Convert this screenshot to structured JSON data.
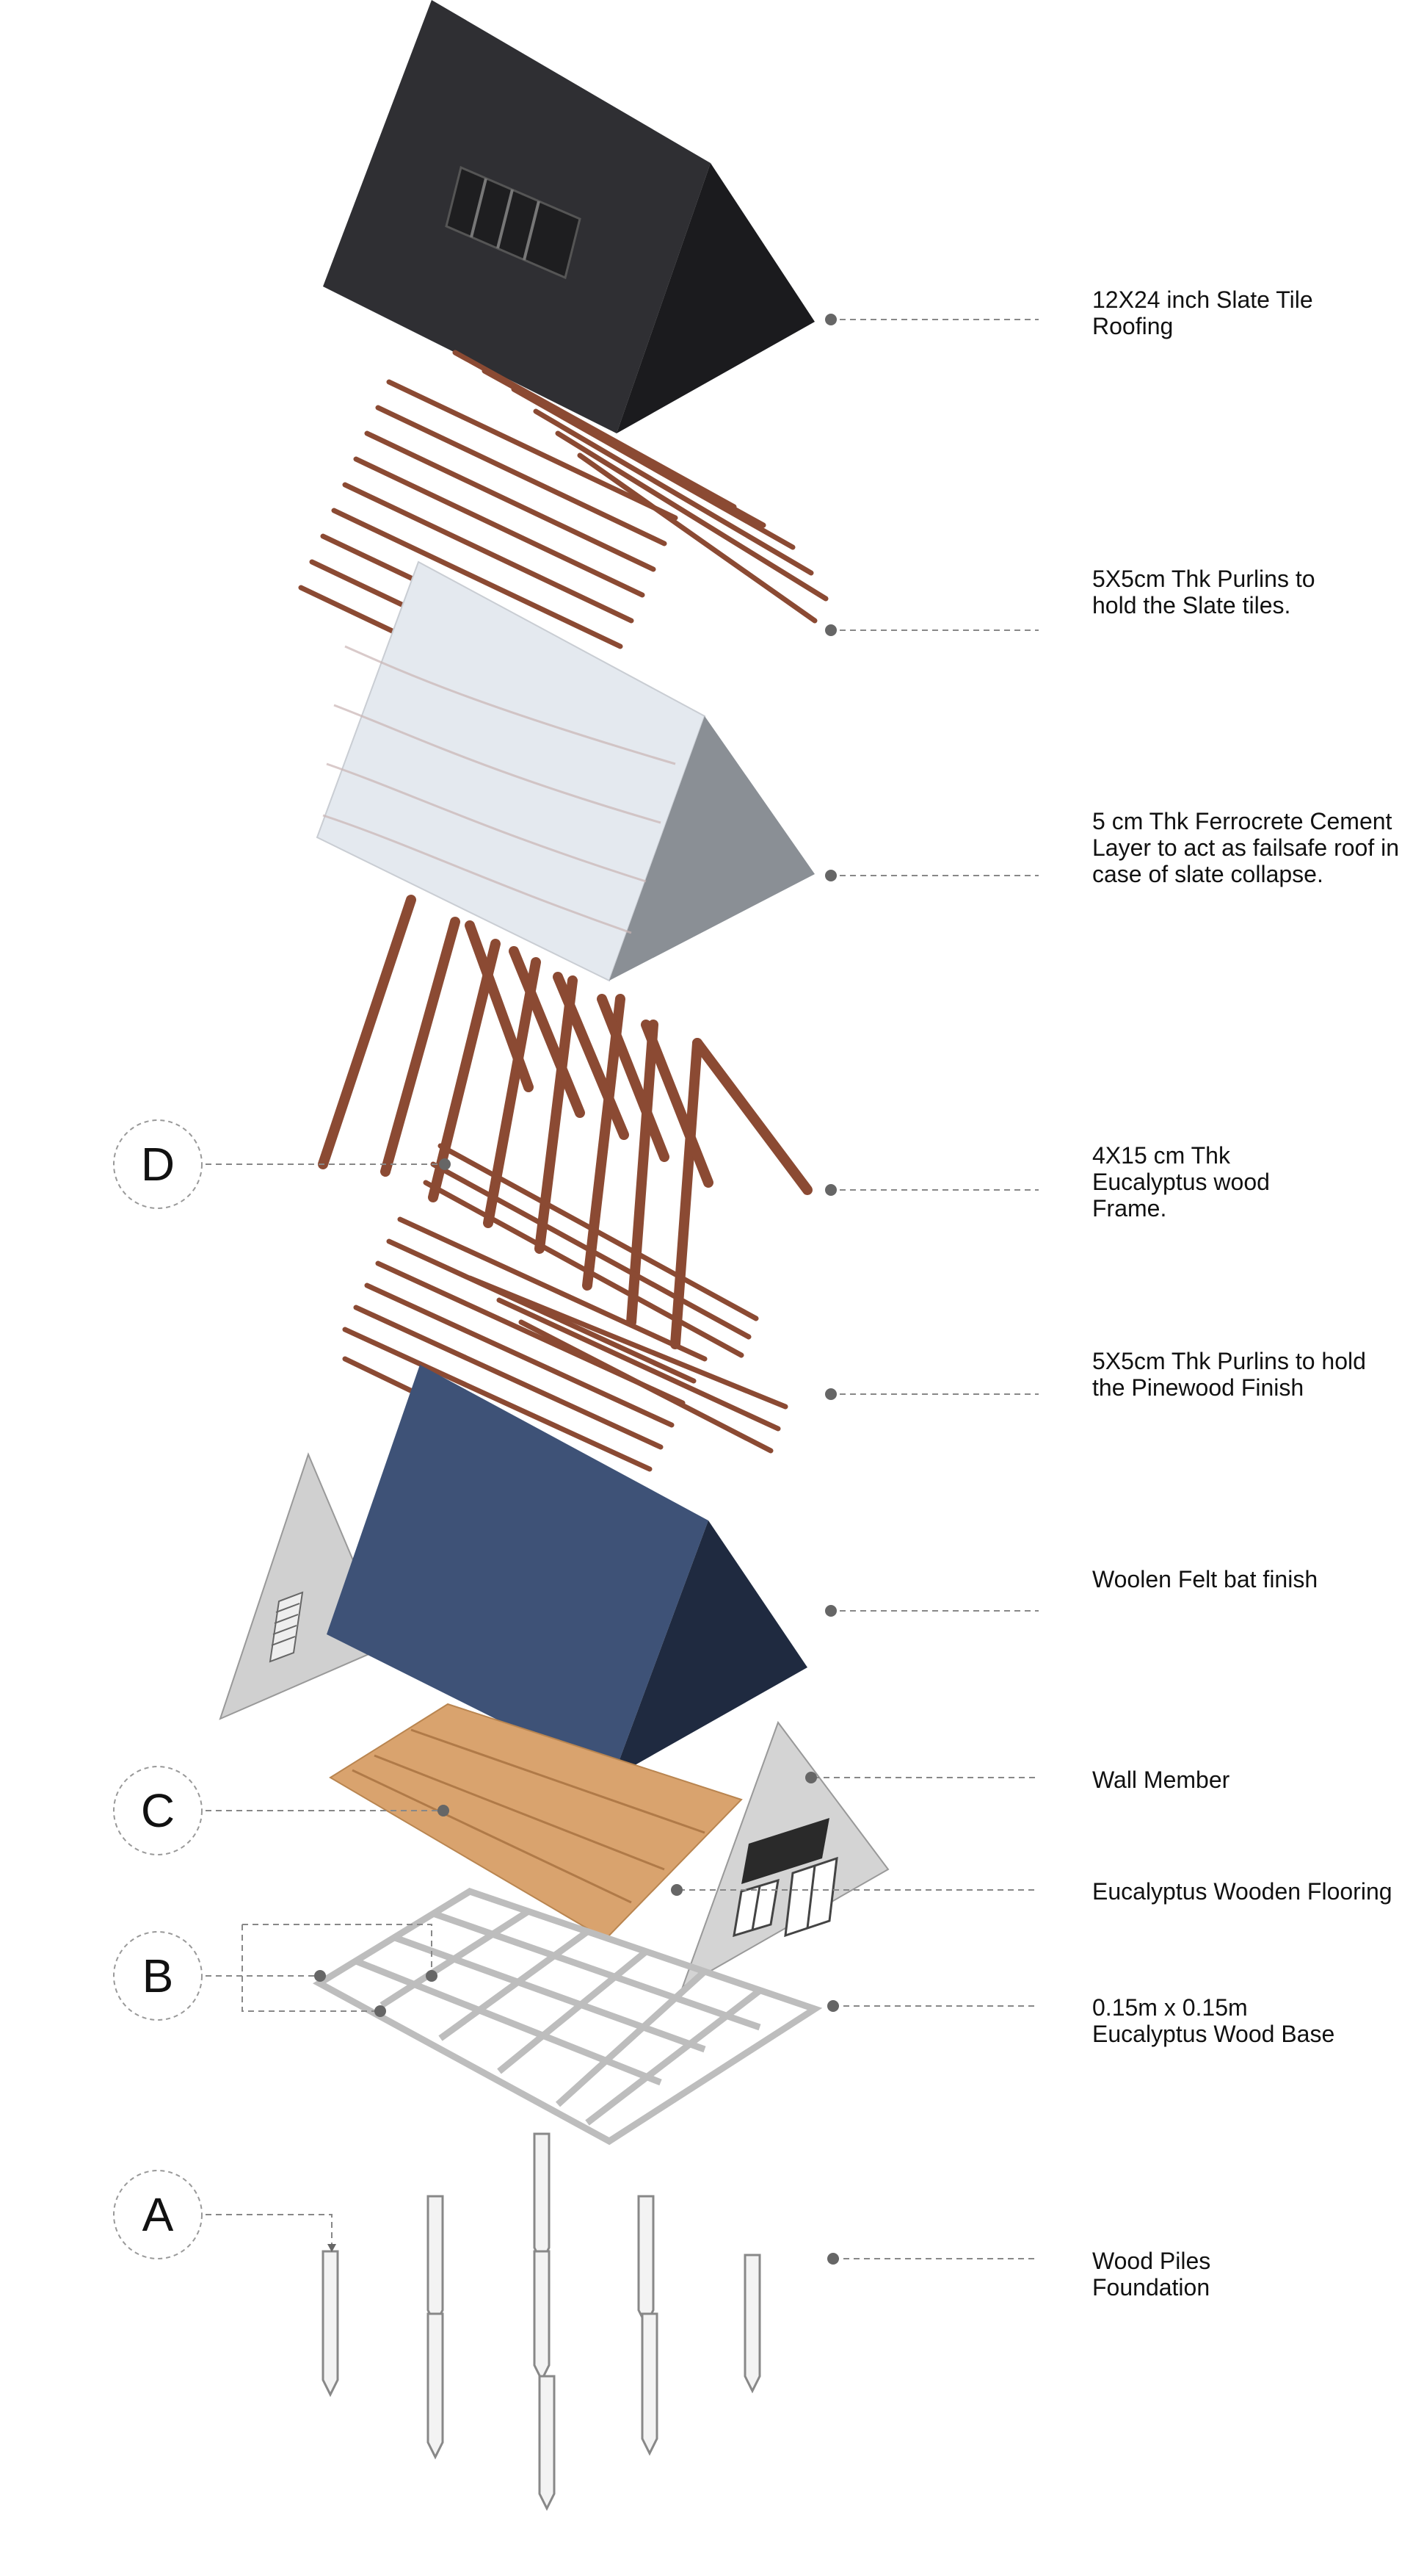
{
  "layers": [
    {
      "id": "slate-roof",
      "lines": [
        "12X24 inch Slate Tile",
        "Roofing"
      ]
    },
    {
      "id": "purlins-slate",
      "lines": [
        "5X5cm Thk Purlins to",
        "hold the Slate tiles."
      ]
    },
    {
      "id": "ferrocrete",
      "lines": [
        "5 cm Thk Ferrocrete Cement",
        "Layer to act as failsafe roof in",
        "case of slate collapse."
      ]
    },
    {
      "id": "frame",
      "lines": [
        "4X15 cm Thk",
        "Eucalyptus wood",
        "Frame."
      ]
    },
    {
      "id": "purlins-pine",
      "lines": [
        "5X5cm Thk Purlins to hold",
        "the Pinewood Finish"
      ]
    },
    {
      "id": "felt",
      "lines": [
        "Woolen Felt bat finish"
      ]
    },
    {
      "id": "wall",
      "lines": [
        "Wall Member"
      ]
    },
    {
      "id": "flooring",
      "lines": [
        "Eucalyptus Wooden Flooring"
      ]
    },
    {
      "id": "base",
      "lines": [
        "0.15m x 0.15m",
        "Eucalyptus Wood Base"
      ]
    },
    {
      "id": "piles",
      "lines": [
        "Wood Piles",
        "Foundation"
      ]
    }
  ],
  "markers": [
    "D",
    "C",
    "B",
    "A"
  ],
  "colors": {
    "slate": "#2f2f33",
    "slate_side": "#1a1a1d",
    "timber": "#8b4a33",
    "ferrocrete": "#e3e8ee",
    "felt": "#3e5277",
    "felt_side": "#1f2a40",
    "wall": "#cfcfcf",
    "floor": "#d9a36e",
    "base": "#f2f2f2",
    "leader": "#888888",
    "dot": "#666666"
  }
}
